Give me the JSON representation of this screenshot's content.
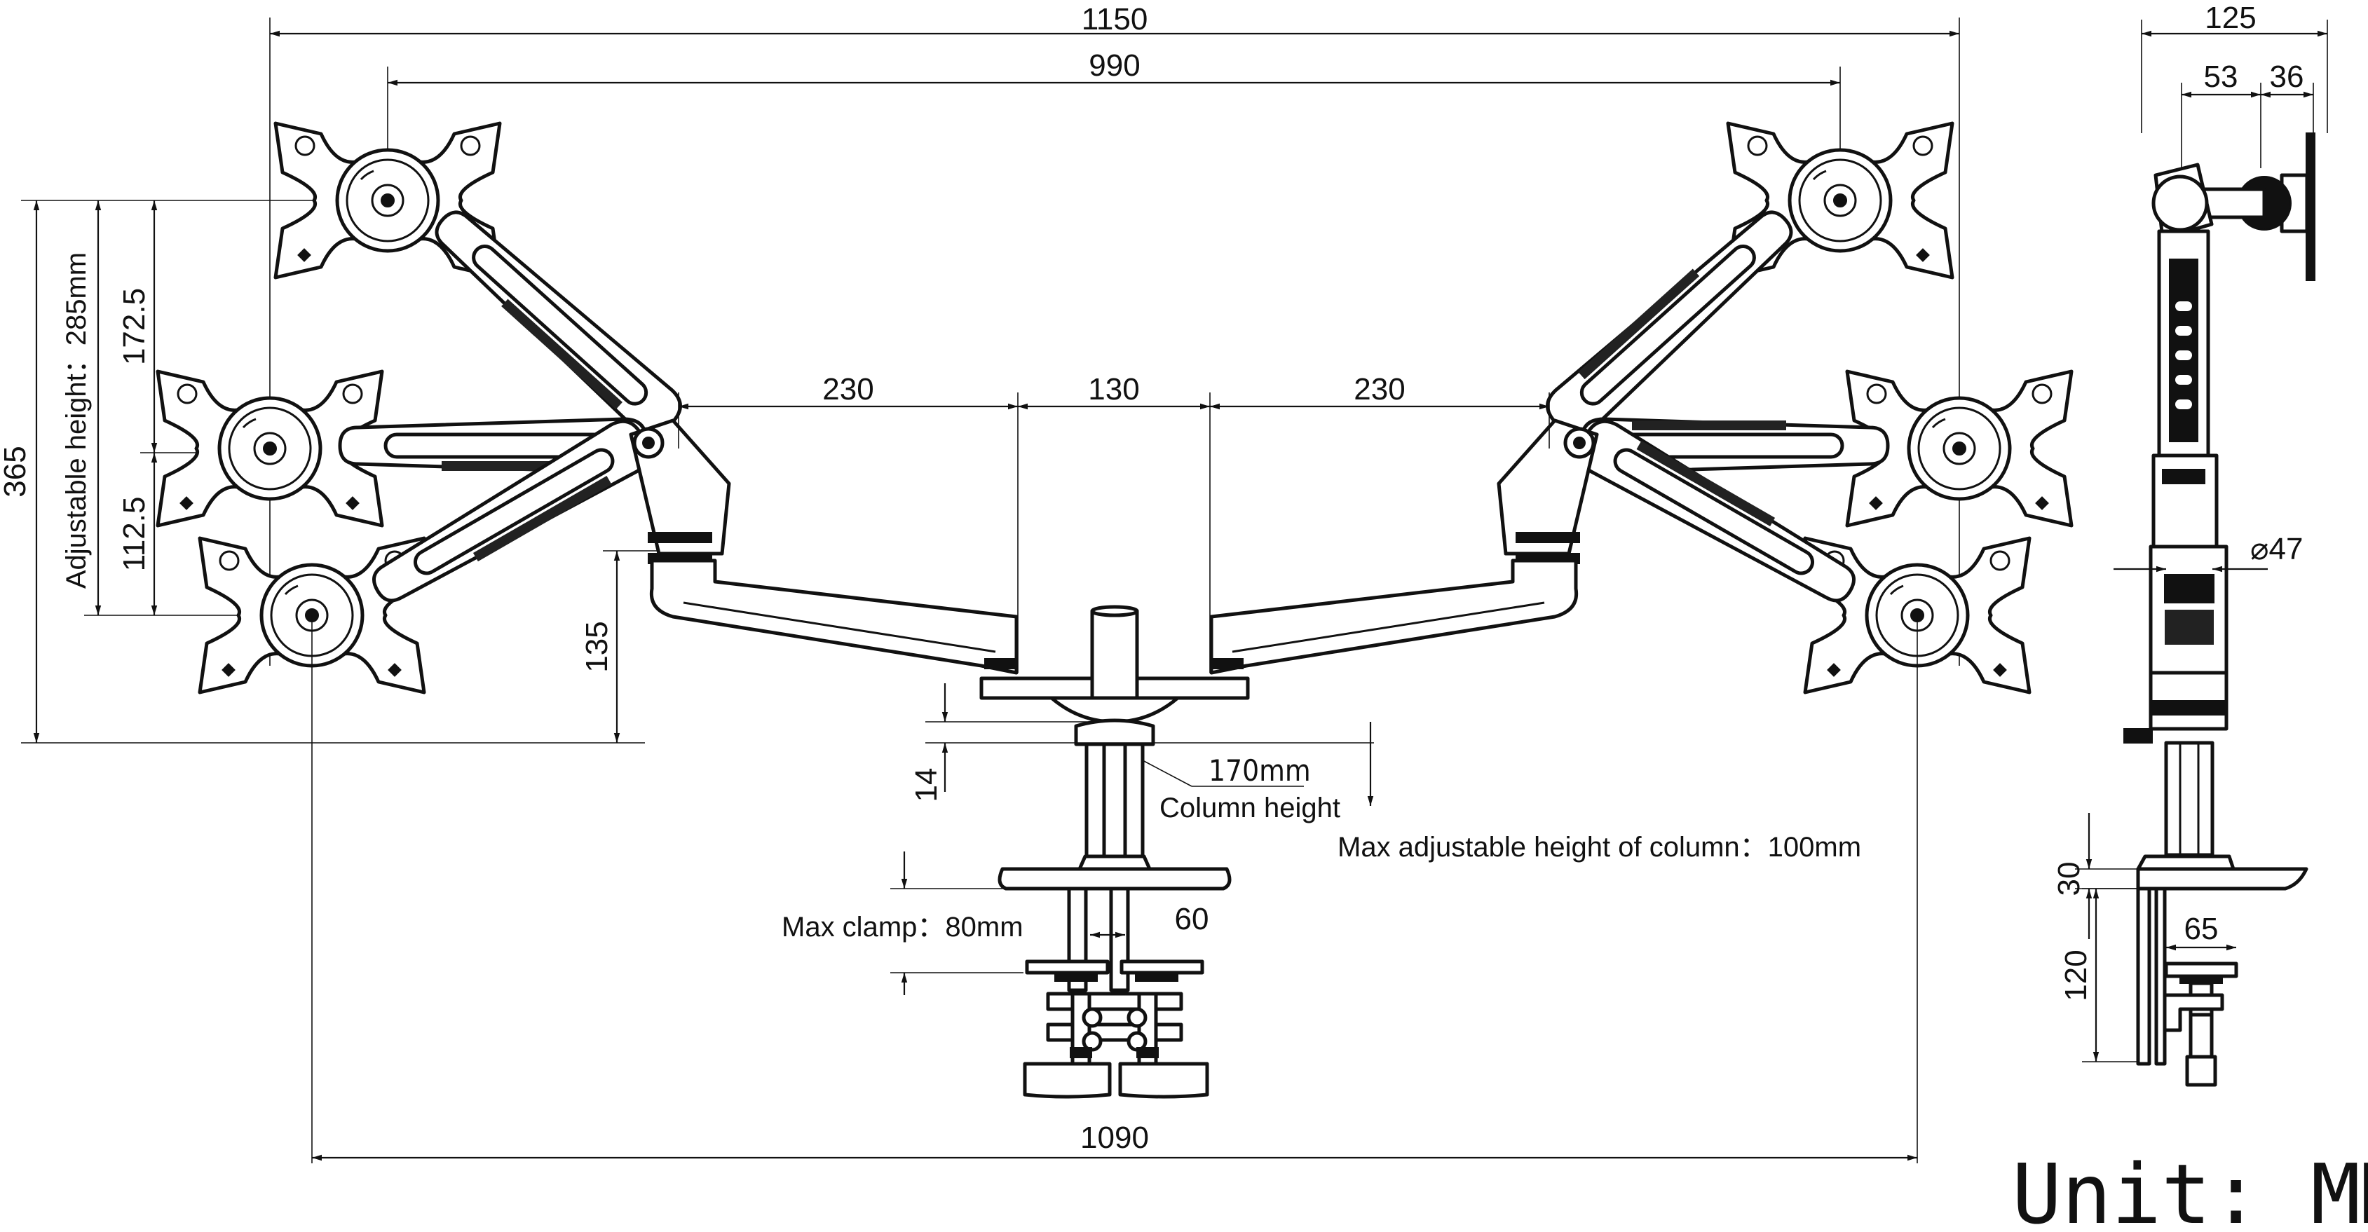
{
  "dimensions": {
    "overall_width": "1150",
    "vesa_span": "990",
    "base_span": "1090",
    "arm_left": "230",
    "arm_center": "130",
    "arm_right": "230",
    "total_height": "365",
    "adjust_up": "172.5",
    "adjust_down": "112.5",
    "arm_height": "135",
    "offset_14": "14",
    "clamp_width": "60",
    "side_depth": "125",
    "side_53": "53",
    "side_36": "36",
    "pole_diameter": "⌀47",
    "side_30": "30",
    "side_65": "65",
    "side_120": "120"
  },
  "labels": {
    "adjustable_height": "Adjustable height：285mm",
    "column_height_value": "170mm",
    "column_height": "Column height",
    "max_column": "Max adjustable height of column：100mm",
    "max_clamp": "Max clamp：80mm",
    "unit": "Unit: MM"
  },
  "colors": {
    "line": "#111111",
    "background": "#ffffff"
  }
}
